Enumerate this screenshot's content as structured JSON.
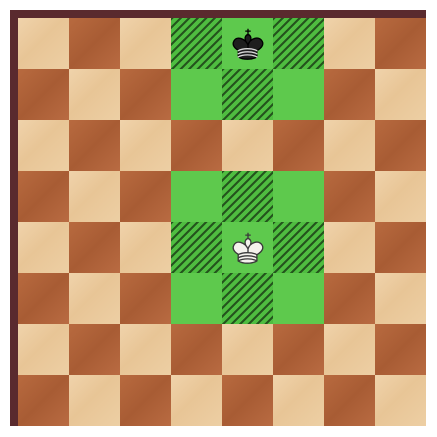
{
  "board": {
    "files": 8,
    "ranks": 8,
    "colors": {
      "light": "#e8c596",
      "dark": "#a85c34",
      "highlight": "#5ec94d",
      "frame": "#5a2a2e"
    },
    "highlighted_squares": [
      {
        "row": 0,
        "col": 3,
        "hatched": true
      },
      {
        "row": 0,
        "col": 4,
        "hatched": false
      },
      {
        "row": 0,
        "col": 5,
        "hatched": true
      },
      {
        "row": 1,
        "col": 3,
        "hatched": false
      },
      {
        "row": 1,
        "col": 4,
        "hatched": true
      },
      {
        "row": 1,
        "col": 5,
        "hatched": false
      },
      {
        "row": 3,
        "col": 3,
        "hatched": false
      },
      {
        "row": 3,
        "col": 4,
        "hatched": true
      },
      {
        "row": 3,
        "col": 5,
        "hatched": false
      },
      {
        "row": 4,
        "col": 3,
        "hatched": true
      },
      {
        "row": 4,
        "col": 4,
        "hatched": false
      },
      {
        "row": 4,
        "col": 5,
        "hatched": true
      },
      {
        "row": 5,
        "col": 3,
        "hatched": false
      },
      {
        "row": 5,
        "col": 4,
        "hatched": true
      },
      {
        "row": 5,
        "col": 5,
        "hatched": false
      }
    ],
    "pieces": [
      {
        "type": "king",
        "color": "black",
        "row": 0,
        "col": 4,
        "icon": "black-king-icon"
      },
      {
        "type": "king",
        "color": "white",
        "row": 4,
        "col": 4,
        "icon": "white-king-icon"
      }
    ]
  }
}
